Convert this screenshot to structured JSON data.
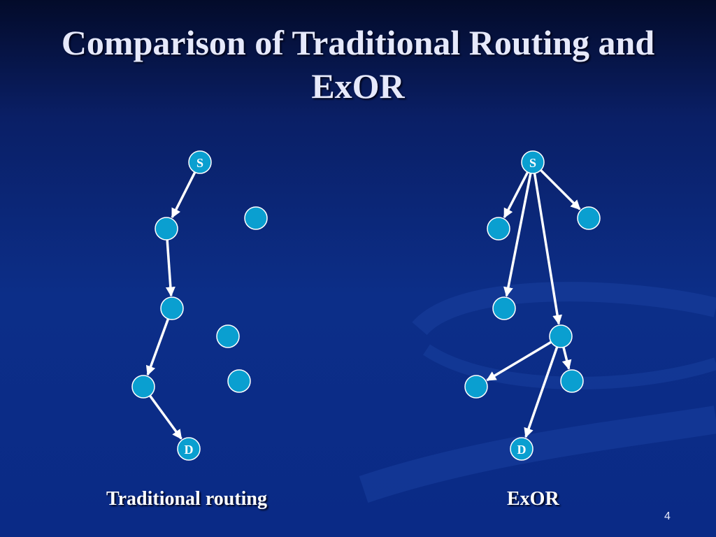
{
  "slide": {
    "title": "Comparison of Traditional Routing and ExOR",
    "page_number": "4"
  },
  "diagrams": {
    "traditional": {
      "caption": "Traditional routing",
      "nodes": [
        {
          "id": "s",
          "label": "S"
        },
        {
          "id": "n1",
          "label": ""
        },
        {
          "id": "n2",
          "label": ""
        },
        {
          "id": "n3",
          "label": ""
        },
        {
          "id": "n4",
          "label": ""
        },
        {
          "id": "n5",
          "label": ""
        },
        {
          "id": "n6",
          "label": ""
        },
        {
          "id": "d",
          "label": "D"
        }
      ],
      "edges": [
        [
          "s",
          "n1"
        ],
        [
          "n1",
          "n2"
        ],
        [
          "n2",
          "n3"
        ],
        [
          "n3",
          "d"
        ]
      ]
    },
    "exor": {
      "caption": "ExOR",
      "nodes": [
        {
          "id": "s",
          "label": "S"
        },
        {
          "id": "m1",
          "label": ""
        },
        {
          "id": "m2",
          "label": ""
        },
        {
          "id": "m3",
          "label": ""
        },
        {
          "id": "m4",
          "label": ""
        },
        {
          "id": "m5",
          "label": ""
        },
        {
          "id": "m6",
          "label": ""
        },
        {
          "id": "d",
          "label": "D"
        }
      ],
      "edges": [
        [
          "s",
          "m1"
        ],
        [
          "s",
          "m2"
        ],
        [
          "s",
          "m3"
        ],
        [
          "s",
          "m4"
        ],
        [
          "m4",
          "m5"
        ],
        [
          "m4",
          "m6"
        ],
        [
          "m4",
          "d"
        ]
      ]
    }
  },
  "colors": {
    "node_fill": "#0a9fd0",
    "node_stroke": "#ffffff",
    "edge": "#ffffff"
  }
}
